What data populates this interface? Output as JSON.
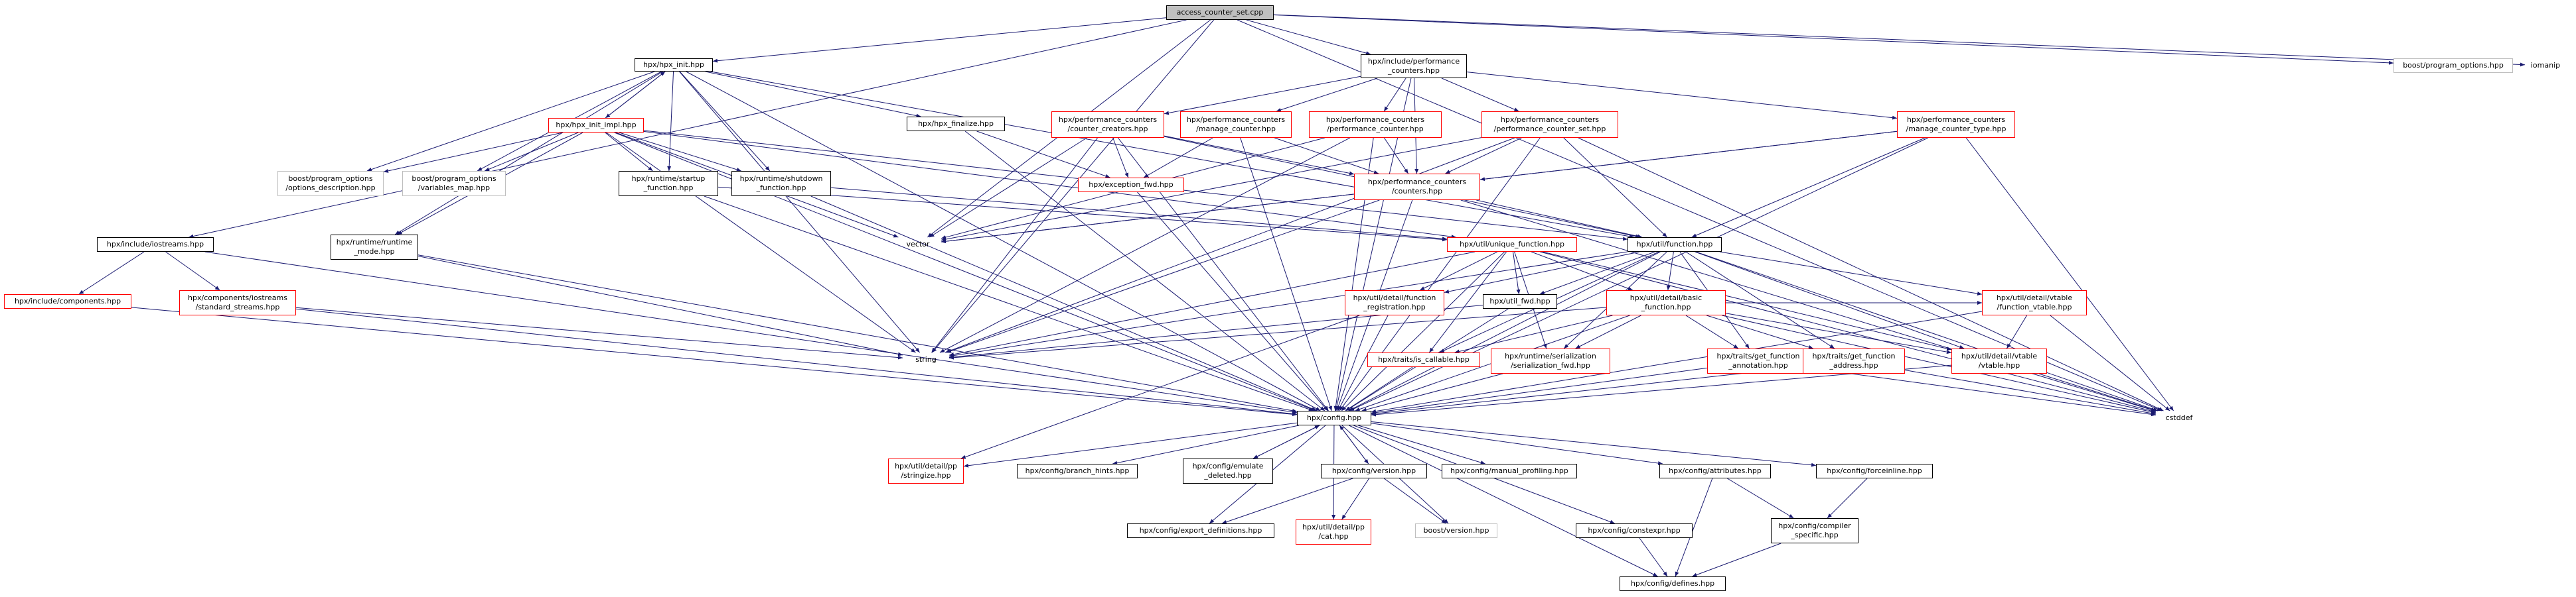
{
  "colors": {
    "edge": "#191970",
    "root_fill": "#bfbfbf",
    "missing_border": "#ff0000",
    "external_border": "#bfbfbf"
  },
  "nodes": [
    {
      "id": "n_root",
      "lines": [
        "access_counter_set.cpp"
      ],
      "style": "root"
    },
    {
      "id": "n_hpx_init",
      "lines": [
        "hpx/hpx_init.hpp"
      ],
      "style": "normal"
    },
    {
      "id": "n_include_perf",
      "lines": [
        "hpx/include/performance",
        "_counters.hpp"
      ],
      "style": "normal"
    },
    {
      "id": "n_prog_opts",
      "lines": [
        "boost/program_options.hpp"
      ],
      "style": "grey"
    },
    {
      "id": "n_iomanip",
      "lines": [
        "iomanip"
      ],
      "style": "plain"
    },
    {
      "id": "n_hpx_init_impl",
      "lines": [
        "hpx/hpx_init_impl.hpp"
      ],
      "style": "red"
    },
    {
      "id": "n_hpx_finalize",
      "lines": [
        "hpx/hpx_finalize.hpp"
      ],
      "style": "normal"
    },
    {
      "id": "n_counter_creators",
      "lines": [
        "hpx/performance_counters",
        "/counter_creators.hpp"
      ],
      "style": "red"
    },
    {
      "id": "n_manage_counter",
      "lines": [
        "hpx/performance_counters",
        "/manage_counter.hpp"
      ],
      "style": "red"
    },
    {
      "id": "n_performance_counter",
      "lines": [
        "hpx/performance_counters",
        "/performance_counter.hpp"
      ],
      "style": "red"
    },
    {
      "id": "n_performance_counter_set",
      "lines": [
        "hpx/performance_counters",
        "/performance_counter_set.hpp"
      ],
      "style": "red"
    },
    {
      "id": "n_manage_counter_type",
      "lines": [
        "hpx/performance_counters",
        "/manage_counter_type.hpp"
      ],
      "style": "red"
    },
    {
      "id": "n_options_description",
      "lines": [
        "boost/program_options",
        "/options_description.hpp"
      ],
      "style": "grey"
    },
    {
      "id": "n_variables_map",
      "lines": [
        "boost/program_options",
        "/variables_map.hpp"
      ],
      "style": "grey"
    },
    {
      "id": "n_startup_function",
      "lines": [
        "hpx/runtime/startup",
        "_function.hpp"
      ],
      "style": "normal"
    },
    {
      "id": "n_shutdown_function",
      "lines": [
        "hpx/runtime/shutdown",
        "_function.hpp"
      ],
      "style": "normal"
    },
    {
      "id": "n_exception_fwd",
      "lines": [
        "hpx/exception_fwd.hpp"
      ],
      "style": "red"
    },
    {
      "id": "n_counters",
      "lines": [
        "hpx/performance_counters",
        "/counters.hpp"
      ],
      "style": "red"
    },
    {
      "id": "n_vector",
      "lines": [
        "vector"
      ],
      "style": "plain"
    },
    {
      "id": "n_include_iostreams",
      "lines": [
        "hpx/include/iostreams.hpp"
      ],
      "style": "normal"
    },
    {
      "id": "n_runtime_mode",
      "lines": [
        "hpx/runtime/runtime",
        "_mode.hpp"
      ],
      "style": "normal"
    },
    {
      "id": "n_unique_function",
      "lines": [
        "hpx/util/unique_function.hpp"
      ],
      "style": "red"
    },
    {
      "id": "n_util_function",
      "lines": [
        "hpx/util/function.hpp"
      ],
      "style": "normal"
    },
    {
      "id": "n_include_components",
      "lines": [
        "hpx/include/components.hpp"
      ],
      "style": "red"
    },
    {
      "id": "n_standard_streams",
      "lines": [
        "hpx/components/iostreams",
        "/standard_streams.hpp"
      ],
      "style": "red"
    },
    {
      "id": "n_function_registration",
      "lines": [
        "hpx/util/detail/function",
        "_registration.hpp"
      ],
      "style": "red"
    },
    {
      "id": "n_util_fwd",
      "lines": [
        "hpx/util_fwd.hpp"
      ],
      "style": "normal"
    },
    {
      "id": "n_basic_function",
      "lines": [
        "hpx/util/detail/basic",
        "_function.hpp"
      ],
      "style": "red"
    },
    {
      "id": "n_function_vtable",
      "lines": [
        "hpx/util/detail/vtable",
        "/function_vtable.hpp"
      ],
      "style": "red"
    },
    {
      "id": "n_string",
      "lines": [
        "string"
      ],
      "style": "plain"
    },
    {
      "id": "n_is_callable",
      "lines": [
        "hpx/traits/is_callable.hpp"
      ],
      "style": "red"
    },
    {
      "id": "n_serialization_fwd",
      "lines": [
        "hpx/runtime/serialization",
        "/serialization_fwd.hpp"
      ],
      "style": "red"
    },
    {
      "id": "n_get_function_annotation",
      "lines": [
        "hpx/traits/get_function",
        "_annotation.hpp"
      ],
      "style": "red"
    },
    {
      "id": "n_get_function_address",
      "lines": [
        "hpx/traits/get_function",
        "_address.hpp"
      ],
      "style": "red"
    },
    {
      "id": "n_vtable",
      "lines": [
        "hpx/util/detail/vtable",
        "/vtable.hpp"
      ],
      "style": "red"
    },
    {
      "id": "n_cstddef",
      "lines": [
        "cstddef"
      ],
      "style": "plain"
    },
    {
      "id": "n_config",
      "lines": [
        "hpx/config.hpp"
      ],
      "style": "normal"
    },
    {
      "id": "n_stringize",
      "lines": [
        "hpx/util/detail/pp",
        "/stringize.hpp"
      ],
      "style": "red"
    },
    {
      "id": "n_branch_hints",
      "lines": [
        "hpx/config/branch_hints.hpp"
      ],
      "style": "normal"
    },
    {
      "id": "n_emulate_deleted",
      "lines": [
        "hpx/config/emulate",
        "_deleted.hpp"
      ],
      "style": "normal"
    },
    {
      "id": "n_config_version",
      "lines": [
        "hpx/config/version.hpp"
      ],
      "style": "normal"
    },
    {
      "id": "n_manual_profiling",
      "lines": [
        "hpx/config/manual_profiling.hpp"
      ],
      "style": "normal"
    },
    {
      "id": "n_attributes",
      "lines": [
        "hpx/config/attributes.hpp"
      ],
      "style": "normal"
    },
    {
      "id": "n_forceinline",
      "lines": [
        "hpx/config/forceinline.hpp"
      ],
      "style": "normal"
    },
    {
      "id": "n_export_definitions",
      "lines": [
        "hpx/config/export_definitions.hpp"
      ],
      "style": "normal"
    },
    {
      "id": "n_pp_cat",
      "lines": [
        "hpx/util/detail/pp",
        "/cat.hpp"
      ],
      "style": "red"
    },
    {
      "id": "n_boost_version",
      "lines": [
        "boost/version.hpp"
      ],
      "style": "grey"
    },
    {
      "id": "n_constexpr",
      "lines": [
        "hpx/config/constexpr.hpp"
      ],
      "style": "normal"
    },
    {
      "id": "n_compiler_specific",
      "lines": [
        "hpx/config/compiler",
        "_specific.hpp"
      ],
      "style": "normal"
    },
    {
      "id": "n_defines",
      "lines": [
        "hpx/config/defines.hpp"
      ],
      "style": "normal"
    }
  ],
  "edges": [
    [
      "n_root",
      "n_hpx_init"
    ],
    [
      "n_root",
      "n_include_perf"
    ],
    [
      "n_root",
      "n_prog_opts"
    ],
    [
      "n_root",
      "n_iomanip"
    ],
    [
      "n_root",
      "n_include_iostreams"
    ],
    [
      "n_root",
      "n_vector"
    ],
    [
      "n_root",
      "n_string"
    ],
    [
      "n_root",
      "n_cstddef"
    ],
    [
      "n_hpx_init",
      "n_hpx_init_impl"
    ],
    [
      "n_hpx_init",
      "n_hpx_finalize"
    ],
    [
      "n_hpx_init",
      "n_options_description"
    ],
    [
      "n_hpx_init",
      "n_variables_map"
    ],
    [
      "n_hpx_init",
      "n_startup_function"
    ],
    [
      "n_hpx_init",
      "n_shutdown_function"
    ],
    [
      "n_hpx_init",
      "n_runtime_mode"
    ],
    [
      "n_hpx_init",
      "n_util_function"
    ],
    [
      "n_hpx_init",
      "n_config"
    ],
    [
      "n_hpx_init",
      "n_string"
    ],
    [
      "n_hpx_init_impl",
      "n_hpx_init"
    ],
    [
      "n_hpx_init_impl",
      "n_options_description"
    ],
    [
      "n_hpx_init_impl",
      "n_variables_map"
    ],
    [
      "n_hpx_init_impl",
      "n_startup_function"
    ],
    [
      "n_hpx_init_impl",
      "n_shutdown_function"
    ],
    [
      "n_hpx_init_impl",
      "n_runtime_mode"
    ],
    [
      "n_hpx_init_impl",
      "n_vector"
    ],
    [
      "n_hpx_init_impl",
      "n_string"
    ],
    [
      "n_hpx_init_impl",
      "n_config"
    ],
    [
      "n_hpx_init_impl",
      "n_util_function"
    ],
    [
      "n_hpx_init_impl",
      "n_unique_function"
    ],
    [
      "n_hpx_finalize",
      "n_exception_fwd"
    ],
    [
      "n_hpx_finalize",
      "n_config"
    ],
    [
      "n_include_perf",
      "n_counter_creators"
    ],
    [
      "n_include_perf",
      "n_manage_counter"
    ],
    [
      "n_include_perf",
      "n_performance_counter"
    ],
    [
      "n_include_perf",
      "n_performance_counter_set"
    ],
    [
      "n_include_perf",
      "n_manage_counter_type"
    ],
    [
      "n_include_perf",
      "n_counters"
    ],
    [
      "n_include_perf",
      "n_config"
    ],
    [
      "n_counter_creators",
      "n_exception_fwd"
    ],
    [
      "n_counter_creators",
      "n_counters"
    ],
    [
      "n_counter_creators",
      "n_util_function"
    ],
    [
      "n_counter_creators",
      "n_config"
    ],
    [
      "n_counter_creators",
      "n_vector"
    ],
    [
      "n_counter_creators",
      "n_string"
    ],
    [
      "n_manage_counter",
      "n_exception_fwd"
    ],
    [
      "n_manage_counter",
      "n_counters"
    ],
    [
      "n_manage_counter",
      "n_config"
    ],
    [
      "n_performance_counter",
      "n_counters"
    ],
    [
      "n_performance_counter",
      "n_vector"
    ],
    [
      "n_performance_counter",
      "n_string"
    ],
    [
      "n_performance_counter",
      "n_config"
    ],
    [
      "n_performance_counter_set",
      "n_counters"
    ],
    [
      "n_performance_counter_set",
      "n_vector"
    ],
    [
      "n_performance_counter_set",
      "n_string"
    ],
    [
      "n_performance_counter_set",
      "n_util_function"
    ],
    [
      "n_performance_counter_set",
      "n_config"
    ],
    [
      "n_performance_counter_set",
      "n_cstddef"
    ],
    [
      "n_manage_counter_type",
      "n_counters"
    ],
    [
      "n_manage_counter_type",
      "n_util_function"
    ],
    [
      "n_manage_counter_type",
      "n_config"
    ],
    [
      "n_manage_counter_type",
      "n_vector"
    ],
    [
      "n_manage_counter_type",
      "n_cstddef"
    ],
    [
      "n_exception_fwd",
      "n_config"
    ],
    [
      "n_counters",
      "n_util_function"
    ],
    [
      "n_counters",
      "n_config"
    ],
    [
      "n_counters",
      "n_vector"
    ],
    [
      "n_counters",
      "n_string"
    ],
    [
      "n_counters",
      "n_cstddef"
    ],
    [
      "n_startup_function",
      "n_unique_function"
    ],
    [
      "n_startup_function",
      "n_config"
    ],
    [
      "n_shutdown_function",
      "n_unique_function"
    ],
    [
      "n_shutdown_function",
      "n_config"
    ],
    [
      "n_runtime_mode",
      "n_config"
    ],
    [
      "n_runtime_mode",
      "n_string"
    ],
    [
      "n_include_iostreams",
      "n_include_components"
    ],
    [
      "n_include_iostreams",
      "n_standard_streams"
    ],
    [
      "n_include_iostreams",
      "n_config"
    ],
    [
      "n_include_components",
      "n_config"
    ],
    [
      "n_standard_streams",
      "n_config"
    ],
    [
      "n_standard_streams",
      "n_string"
    ],
    [
      "n_unique_function",
      "n_function_registration"
    ],
    [
      "n_unique_function",
      "n_util_fwd"
    ],
    [
      "n_unique_function",
      "n_basic_function"
    ],
    [
      "n_unique_function",
      "n_is_callable"
    ],
    [
      "n_unique_function",
      "n_serialization_fwd"
    ],
    [
      "n_unique_function",
      "n_vtable"
    ],
    [
      "n_unique_function",
      "n_config"
    ],
    [
      "n_unique_function",
      "n_cstddef"
    ],
    [
      "n_unique_function",
      "n_string"
    ],
    [
      "n_util_function",
      "n_function_registration"
    ],
    [
      "n_util_function",
      "n_util_fwd"
    ],
    [
      "n_util_function",
      "n_basic_function"
    ],
    [
      "n_util_function",
      "n_function_vtable"
    ],
    [
      "n_util_function",
      "n_is_callable"
    ],
    [
      "n_util_function",
      "n_serialization_fwd"
    ],
    [
      "n_util_function",
      "n_get_function_annotation"
    ],
    [
      "n_util_function",
      "n_get_function_address"
    ],
    [
      "n_util_function",
      "n_vtable"
    ],
    [
      "n_util_function",
      "n_config"
    ],
    [
      "n_util_function",
      "n_cstddef"
    ],
    [
      "n_util_function",
      "n_string"
    ],
    [
      "n_function_registration",
      "n_config"
    ],
    [
      "n_function_registration",
      "n_stringize"
    ],
    [
      "n_util_fwd",
      "n_config"
    ],
    [
      "n_util_fwd",
      "n_string"
    ],
    [
      "n_basic_function",
      "n_is_callable"
    ],
    [
      "n_basic_function",
      "n_serialization_fwd"
    ],
    [
      "n_basic_function",
      "n_get_function_annotation"
    ],
    [
      "n_basic_function",
      "n_get_function_address"
    ],
    [
      "n_basic_function",
      "n_vtable"
    ],
    [
      "n_basic_function",
      "n_function_vtable"
    ],
    [
      "n_basic_function",
      "n_config"
    ],
    [
      "n_basic_function",
      "n_cstddef"
    ],
    [
      "n_basic_function",
      "n_string"
    ],
    [
      "n_function_vtable",
      "n_vtable"
    ],
    [
      "n_function_vtable",
      "n_config"
    ],
    [
      "n_function_vtable",
      "n_cstddef"
    ],
    [
      "n_is_callable",
      "n_config"
    ],
    [
      "n_serialization_fwd",
      "n_config"
    ],
    [
      "n_get_function_annotation",
      "n_config"
    ],
    [
      "n_get_function_annotation",
      "n_cstddef"
    ],
    [
      "n_get_function_address",
      "n_config"
    ],
    [
      "n_get_function_address",
      "n_cstddef"
    ],
    [
      "n_vtable",
      "n_config"
    ],
    [
      "n_vtable",
      "n_cstddef"
    ],
    [
      "n_config",
      "n_stringize"
    ],
    [
      "n_config",
      "n_branch_hints"
    ],
    [
      "n_config",
      "n_emulate_deleted"
    ],
    [
      "n_config",
      "n_config_version"
    ],
    [
      "n_config",
      "n_manual_profiling"
    ],
    [
      "n_config",
      "n_attributes"
    ],
    [
      "n_config",
      "n_forceinline"
    ],
    [
      "n_config",
      "n_export_definitions"
    ],
    [
      "n_config",
      "n_pp_cat"
    ],
    [
      "n_config",
      "n_boost_version"
    ],
    [
      "n_config",
      "n_constexpr"
    ],
    [
      "n_config",
      "n_defines"
    ],
    [
      "n_emulate_deleted",
      "n_config"
    ],
    [
      "n_config_version",
      "n_config"
    ],
    [
      "n_config_version",
      "n_export_definitions"
    ],
    [
      "n_config_version",
      "n_pp_cat"
    ],
    [
      "n_config_version",
      "n_boost_version"
    ],
    [
      "n_attributes",
      "n_compiler_specific"
    ],
    [
      "n_attributes",
      "n_defines"
    ],
    [
      "n_forceinline",
      "n_compiler_specific"
    ],
    [
      "n_constexpr",
      "n_defines"
    ],
    [
      "n_compiler_specific",
      "n_defines"
    ]
  ]
}
